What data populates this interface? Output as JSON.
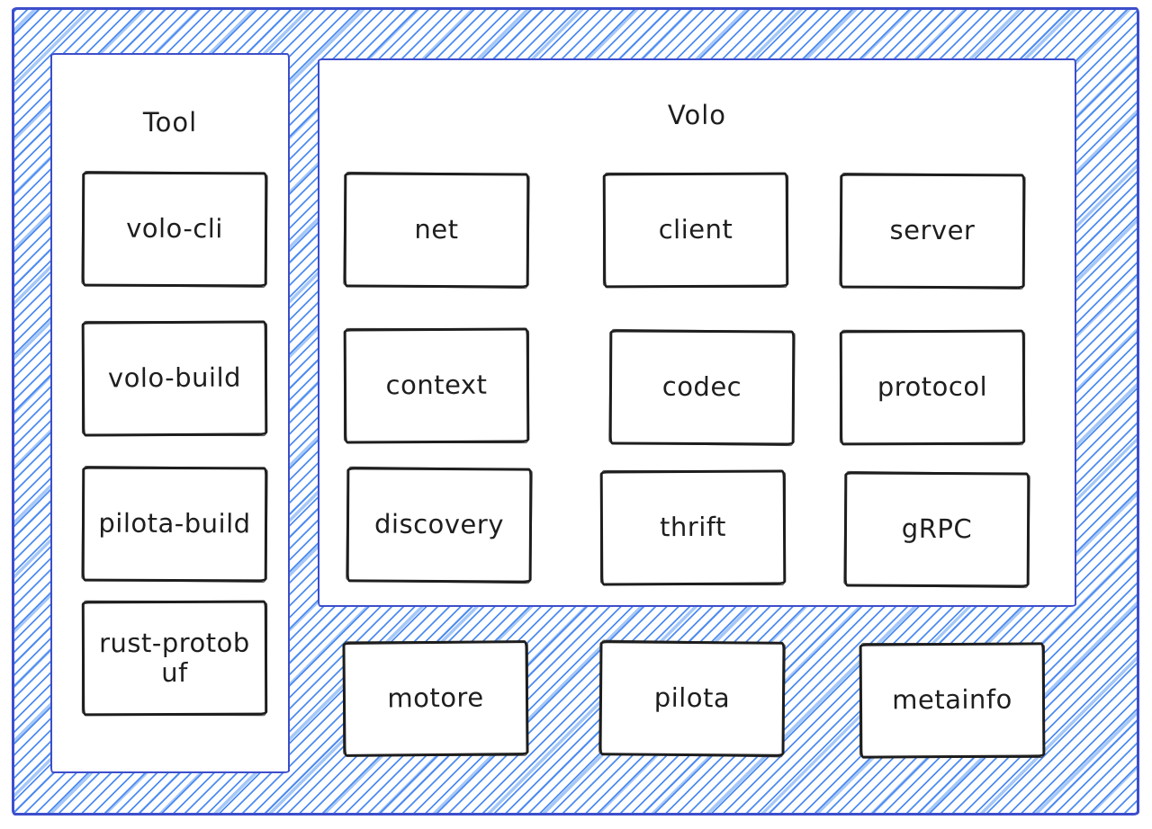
{
  "groups": {
    "tool": {
      "label": "Tool",
      "items": [
        {
          "label": "volo-cli"
        },
        {
          "label": "volo-build"
        },
        {
          "label": "pilota-build"
        },
        {
          "label": "rust-protobuf"
        }
      ]
    },
    "volo": {
      "label": "Volo",
      "items": [
        {
          "label": "net"
        },
        {
          "label": "client"
        },
        {
          "label": "server"
        },
        {
          "label": "context"
        },
        {
          "label": "codec"
        },
        {
          "label": "protocol"
        },
        {
          "label": "discovery"
        },
        {
          "label": "thrift"
        },
        {
          "label": "gRPC"
        }
      ]
    }
  },
  "standalone_items": [
    {
      "label": "motore"
    },
    {
      "label": "pilota"
    },
    {
      "label": "metainfo"
    }
  ],
  "colors": {
    "frame_border_blue": "#3d4ecb",
    "hatch_blue": "#4e8cf0",
    "hatch_light_blue": "#a6c8f8",
    "node_stroke_black": "#1e1e1e",
    "box_fill_white": "#ffffff"
  }
}
